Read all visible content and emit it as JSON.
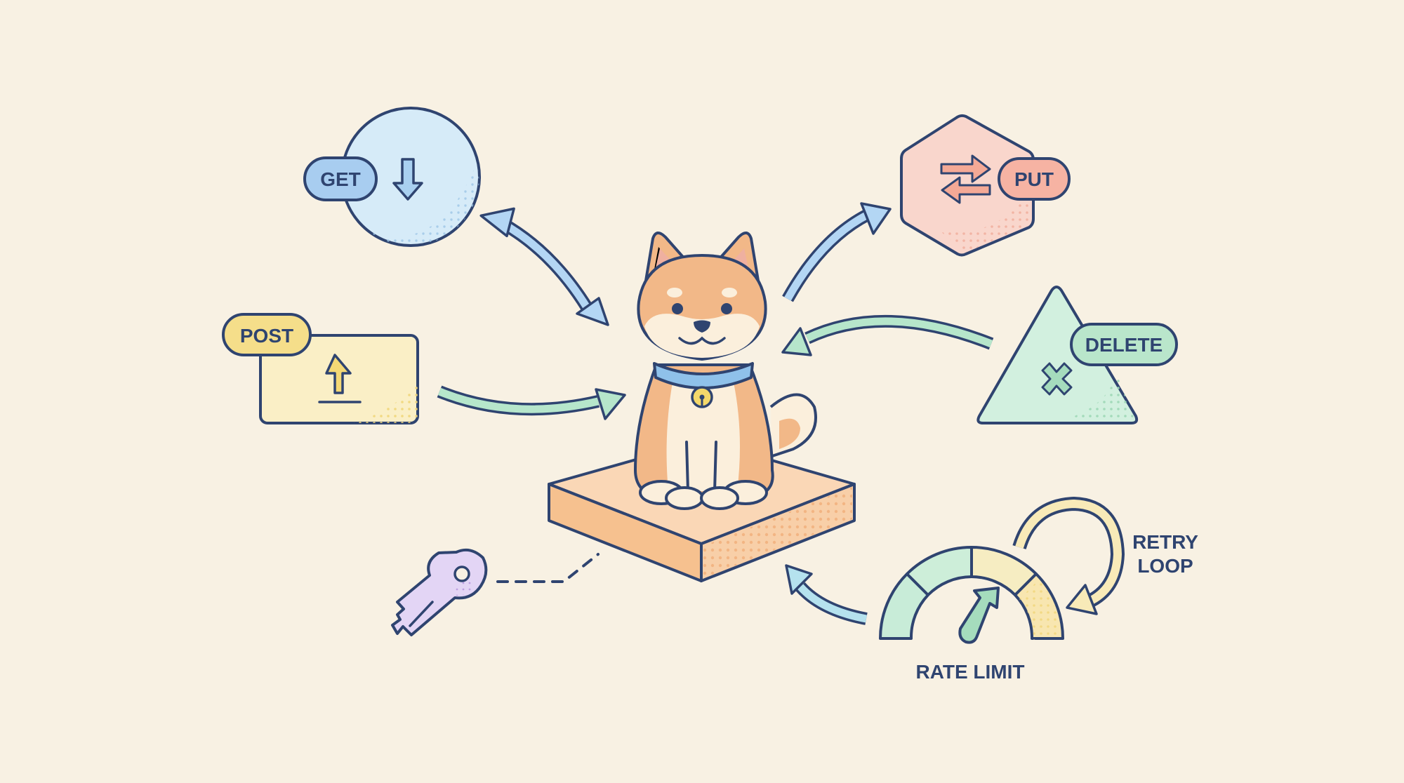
{
  "diagram": {
    "title": "REST API methods around a Shiba Inu on a platform",
    "colors": {
      "background": "#f8f1e3",
      "outline": "#2f4470",
      "get": "#bcdcf4",
      "put": "#f6c3b5",
      "post": "#f6e7a6",
      "delete": "#bfe8cf",
      "key": "#d9c8f0",
      "platform": "#f7c79a",
      "dog": "#f2b888",
      "collar": "#8fc1ea",
      "bell": "#f4d86a"
    },
    "nodes": {
      "get": {
        "label": "GET",
        "shape": "circle",
        "icon": "arrow-down-icon"
      },
      "put": {
        "label": "PUT",
        "shape": "hexagon",
        "icon": "swap-arrows-icon"
      },
      "post": {
        "label": "POST",
        "shape": "rectangle",
        "icon": "upload-icon"
      },
      "delete": {
        "label": "DELETE",
        "shape": "triangle",
        "icon": "x-icon"
      },
      "key": {
        "label": "",
        "shape": "key",
        "icon": "key-icon"
      },
      "rate_limit": {
        "label": "RATE LIMIT",
        "shape": "gauge",
        "icon": "gauge-icon"
      },
      "retry": {
        "label_line1": "RETRY",
        "label_line2": "LOOP",
        "icon": "loop-arrow-icon"
      },
      "center": {
        "label": "",
        "shape": "dog-on-platform",
        "icon": "shiba-dog-icon"
      }
    },
    "edges": [
      {
        "from": "get",
        "to": "center",
        "style": "bidirectional-arrow",
        "color": "blue"
      },
      {
        "from": "center",
        "to": "put",
        "style": "arrow",
        "color": "blue"
      },
      {
        "from": "post",
        "to": "center",
        "style": "arrow",
        "color": "green"
      },
      {
        "from": "delete",
        "to": "center",
        "style": "arrow",
        "color": "green"
      },
      {
        "from": "key",
        "to": "center",
        "style": "dashed-line",
        "color": "navy"
      },
      {
        "from": "rate_limit",
        "to": "center",
        "style": "arrow",
        "color": "teal"
      },
      {
        "from": "retry",
        "to": "rate_limit",
        "style": "loop-arrow",
        "color": "yellow"
      }
    ]
  }
}
